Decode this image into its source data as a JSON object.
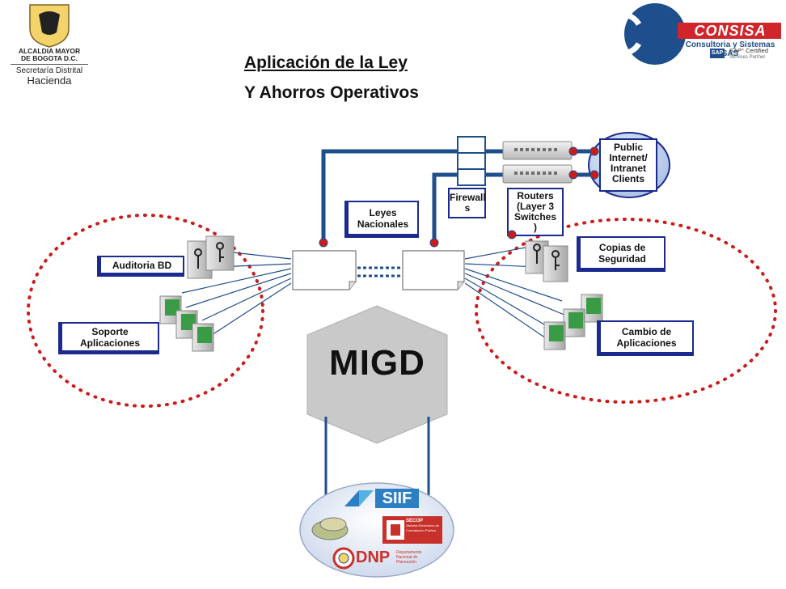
{
  "header": {
    "left_logo": {
      "line1": "ALCALDIA MAYOR",
      "line2": "DE BOGOTA D.C.",
      "line3": "Secretaría Distrital",
      "line4": "Hacienda"
    },
    "right_logo": {
      "brand": "CONSISA",
      "subtitle": "Consultoria y Sistemas SAS",
      "sap": "SAP",
      "sap_certified": "SAP° Certified",
      "sap_partner": "Services Partner"
    }
  },
  "title": {
    "line1": "Aplicación de la Ley",
    "line2": "Y Ahorros Operativos"
  },
  "labels": {
    "auditoria": "Auditoria BD",
    "soporte_1": "Soporte",
    "soporte_2": "Aplicaciones",
    "leyes_1": "Leyes",
    "leyes_2": "Nacionales",
    "copias_1": "Copias de",
    "copias_2": "Seguridad",
    "cambio_1": "Cambio de",
    "cambio_2": "Aplicaciones",
    "firewall_1": "Firewall",
    "firewall_2": "s",
    "routers_1": "Routers",
    "routers_2": "(Layer 3",
    "routers_3": "Switches",
    "routers_4": ")",
    "public_1": "Public",
    "public_2": "Internet/",
    "public_3": "Intranet",
    "public_4": "Clients",
    "migd": "MIGD"
  },
  "bottom_logos": {
    "siif": "SIIF",
    "secop": "SECOP",
    "secop_sub": "Sistema Electrónico de Contratación Pública",
    "dnp": "DNP",
    "dnp_sub": "Departamento Nacional de Planeación"
  },
  "colors": {
    "navy": "#1b2a8f",
    "line_blue": "#1f4e8c",
    "dotted_red": "#cc1b1b",
    "hex_gray": "#c9c9c9",
    "globe_fill": "#c9d7ef",
    "consisa_red": "#d0252b",
    "consisa_blue": "#1f4e8c"
  },
  "icons": [
    "bogota-shield-icon",
    "consisa-logo-icon",
    "safe-key-icon",
    "money-server-icon",
    "switch-icon",
    "siif-logo-icon",
    "secop-logo-icon",
    "dnp-logo-icon"
  ]
}
